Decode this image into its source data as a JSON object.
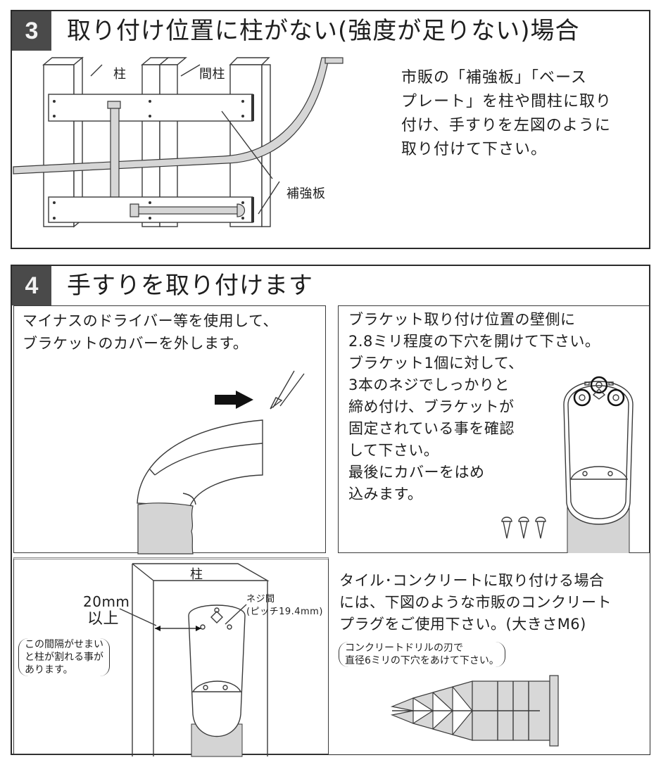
{
  "section3": {
    "number": "3",
    "title": "取り付け位置に柱がない(強度が足りない)場合",
    "figure_labels": {
      "post": "柱",
      "stud": "間柱",
      "reinforcement": "補強板"
    },
    "description_lines": [
      "市販の「補強板」「ベース",
      "プレート」を柱や間柱に取り",
      "付け、手すりを左図のように",
      "取り付けて下さい。"
    ]
  },
  "section4": {
    "number": "4",
    "title": "手すりを取り付けます",
    "panel_cover": {
      "lines": [
        "マイナスのドライバー等を使用して、",
        "ブラケットのカバーを外します。"
      ]
    },
    "panel_screws": {
      "lines": [
        "ブラケット取り付け位置の壁側に",
        "2.8ミリ程度の下穴を開けて下さい。",
        "ブラケット1個に対して、",
        "3本のネジでしっかりと",
        "締め付け、ブラケットが",
        "固定されている事を確認",
        "して下さい。",
        "最後にカバーをはめ",
        "込みます。"
      ]
    },
    "panel_post": {
      "post_label": "柱",
      "distance_value": "20mm",
      "distance_qualifier": "以上",
      "screw_pitch_label": "ネジ間",
      "screw_pitch_value": "(ピッチ19.4mm)",
      "warning_lines": [
        "この間隔がせまい",
        "と柱が割れる事が",
        "あります。"
      ]
    },
    "panel_concrete": {
      "lines": [
        "タイル･コンクリートに取り付ける場合",
        "には、下図のような市販のコンクリート",
        "プラグをご使用下さい。(大きさM6)"
      ],
      "note_lines": [
        "コンクリートドリルの刃で",
        "直径6ミリの下穴をあけて下さい。"
      ]
    }
  }
}
